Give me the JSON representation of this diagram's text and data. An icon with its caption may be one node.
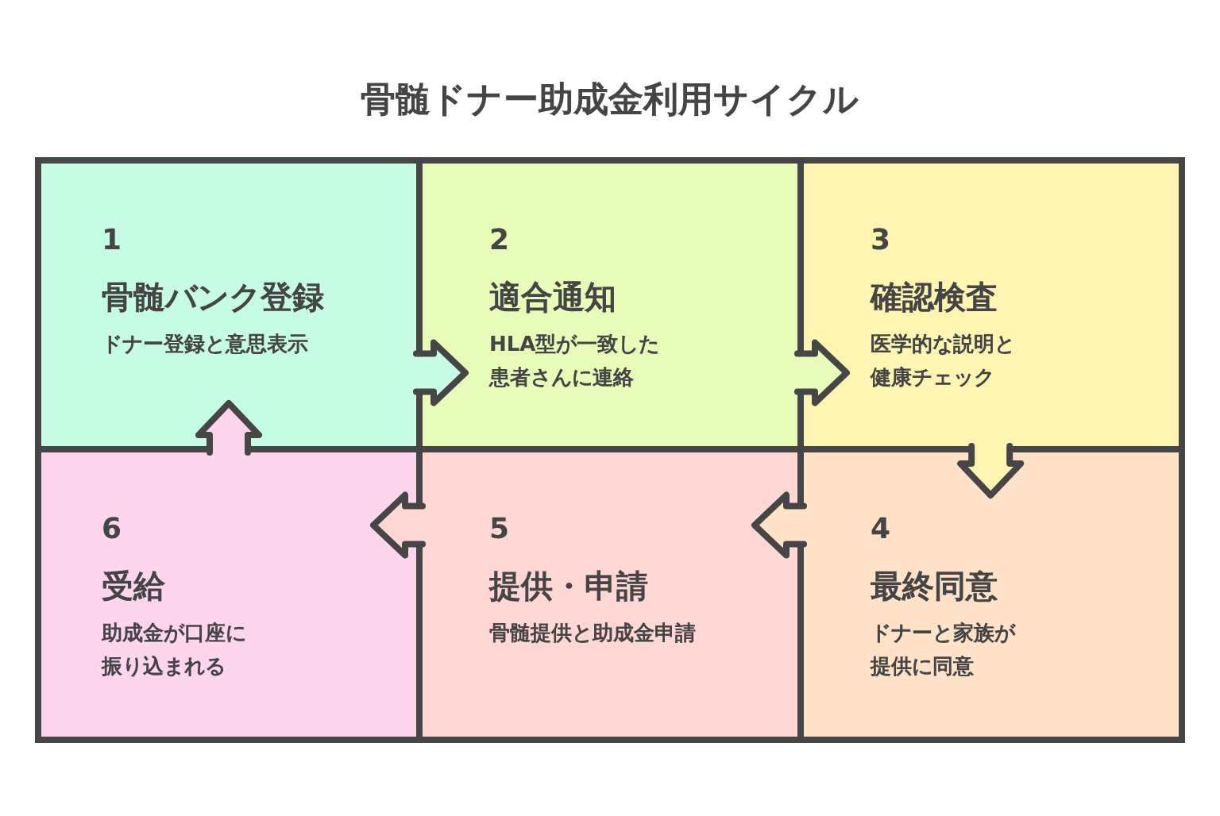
{
  "diagram": {
    "title": "骨髄ドナー助成金利用サイクル",
    "nodes": [
      {
        "text": [
          "1",
          "骨髄バンク登録",
          "ドナー登録と意思表示"
        ]
      },
      {
        "text": [
          "2",
          "適合通知",
          "HLA型が一致した患者さんに連絡"
        ]
      },
      {
        "text": [
          "3",
          "確認検査",
          "医学的な説明と健康チェック"
        ]
      },
      {
        "text": [
          "4",
          "最終同意",
          "ドナーと家族が提供に同意"
        ]
      },
      {
        "text": [
          "5",
          "提供・申請",
          "骨髄提供と助成金申請"
        ]
      },
      {
        "text": [
          "6",
          "受給",
          "助成金が口座に振り込まれる"
        ]
      }
    ],
    "edges": [
      {
        "from": 0,
        "to": 1,
        "arrow": "to"
      },
      {
        "from": 1,
        "to": 2,
        "arrow": "to"
      },
      {
        "from": 2,
        "to": 3,
        "arrow": "to"
      },
      {
        "from": 3,
        "to": 4,
        "arrow": "to"
      },
      {
        "from": 4,
        "to": 5,
        "arrow": "to"
      },
      {
        "from": 5,
        "to": 0,
        "arrow": "to"
      }
    ]
  }
}
